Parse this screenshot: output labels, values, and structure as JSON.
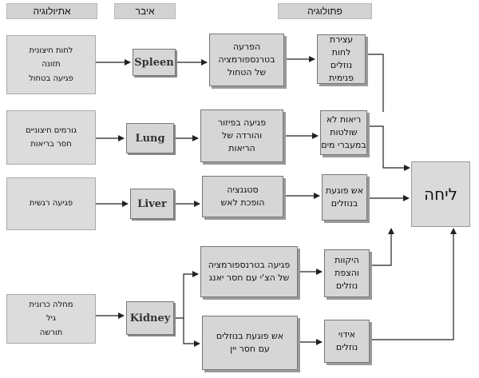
{
  "headers": {
    "etiology": "אתיולוגיה",
    "organ": "איבר",
    "pathology": "פתולוגיה"
  },
  "rows": {
    "spleen": {
      "causes": "לחות חיצונית\nתזונה\nפגיעה בטחול",
      "organ": "Spleen",
      "pathology": "הפרעה\nבטרנספורמציה\nשל הטחול",
      "effect": "עצירת\nלחות\nנוזלים\nפנימית"
    },
    "lung": {
      "causes": "גורמים חיצוניים\nחסר בריאות",
      "organ": "Lung",
      "pathology": "פגיעה בפיזור\nוהורדה של\nהריאות",
      "effect": "ריאות לא\nשולטות\nבמעברי מים"
    },
    "liver": {
      "causes": "פגיעה רגשית",
      "organ": "Liver",
      "pathology": "סטגנציה\nהופכת לאש",
      "effect": "אש פוגעת\nבנוזלים"
    },
    "kidney": {
      "causes": "מחלה כרונית\nגיל\nתורשה",
      "organ": "Kidney",
      "pathology_a": "פגיעה בטרנספורמציה\nשל הצ'י עם חסר יאנג",
      "effect_a": "היקוות\nוהצפת\nנוזלים",
      "pathology_b": "אש פוגעת בנוזלים\nעם חסר יין",
      "effect_b": "אידוי\nנוזלים"
    }
  },
  "final": "ליחה"
}
